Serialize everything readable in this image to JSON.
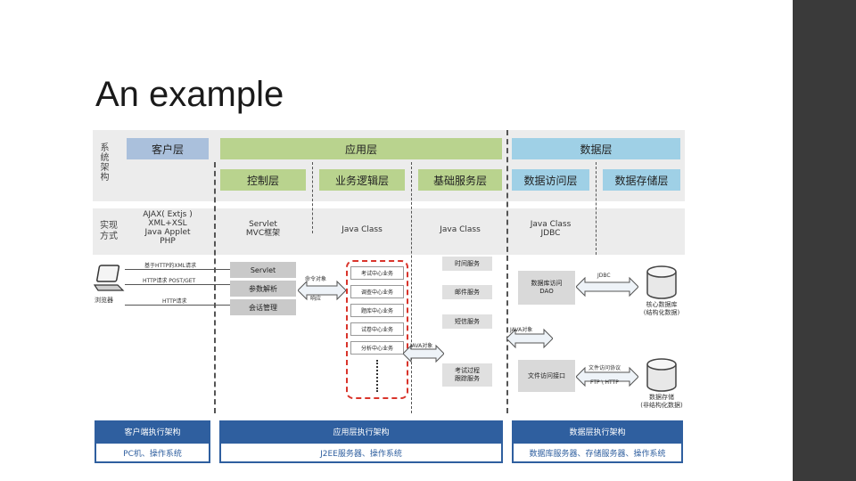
{
  "slide": {
    "title": "An example"
  },
  "diagram": {
    "row1_label": "系统架构",
    "row2_label": "实现方式",
    "tiers": {
      "client": "客户层",
      "app": "应用层",
      "data": "数据层"
    },
    "sub_layers": {
      "control": "控制层",
      "business": "业务逻辑层",
      "base": "基础服务层",
      "dao": "数据访问层",
      "storage": "数据存储层"
    },
    "impl": {
      "client": [
        "AJAX( Extjs )",
        "XML+XSL",
        "Java Applet",
        "PHP"
      ],
      "control": [
        "Servlet",
        "MVC框架"
      ],
      "business": "Java Class",
      "base": "Java Class",
      "dao": [
        "Java Class",
        "JDBC"
      ]
    },
    "client_arrows": [
      "基于HTTP的XML请求",
      "HTTP请求 POST/GET",
      "HTTP请求"
    ],
    "browser": "浏览器",
    "control_boxes": [
      "Servlet",
      "参数解析",
      "会话管理"
    ],
    "cmd_obj": "命令对象",
    "response": "响应",
    "business_boxes": [
      "考试中心业务",
      "调查中心业务",
      "题库中心业务",
      "试卷中心业务",
      "分析中心业务"
    ],
    "java_obj1": "JAVA对象",
    "base_boxes": [
      "时间服务",
      "邮件服务",
      "短信服务"
    ],
    "exam_flow": [
      "考试过程",
      "跟踪服务"
    ],
    "java_obj2": "JAVA对象",
    "dao_box": [
      "数据库访问",
      "DAO"
    ],
    "file_box": "文件访问接口",
    "jdbc": "JDBC",
    "file_protocol": "文件访问协议",
    "ftp_http": "FTP \\ HTTP",
    "db_core": [
      "核心数据库",
      "(结构化数据)"
    ],
    "db_file": [
      "数据存储",
      "(非结构化数据)"
    ],
    "footer": {
      "client_arch": "客户端执行架构",
      "app_arch": "应用层执行架构",
      "data_arch": "数据层执行架构",
      "client_env": "PC机、操作系统",
      "app_env": "J2EE服务器、操作系统",
      "data_env": "数据库服务器、存储服务器、操作系统"
    }
  }
}
